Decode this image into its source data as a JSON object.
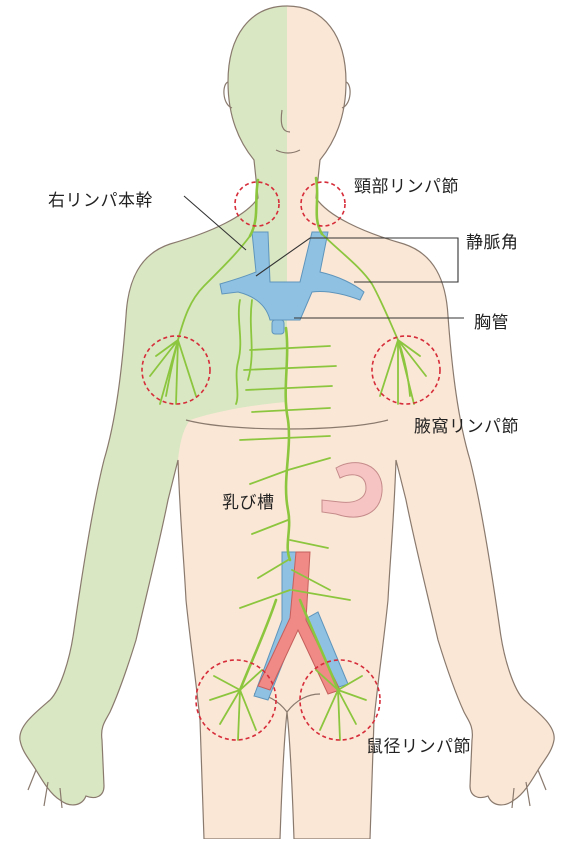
{
  "labels": {
    "right_lymphatic_duct": "右リンパ本幹",
    "cervical_nodes": "頸部リンパ節",
    "venous_angle": "静脈角",
    "thoracic_duct": "胸管",
    "axillary_nodes": "腋窩リンパ節",
    "cisterna_chyli": "乳び槽",
    "inguinal_nodes": "鼠径リンパ節"
  },
  "colors": {
    "right_body_region": "#d9e7c3",
    "left_body_region": "#fbe7d6",
    "skin_outline": "#8a7a6e",
    "lymph_vessel": "#8cc63f",
    "node_marker": "#d62d3a",
    "vein": "#8fc1e3",
    "artery": "#ef8a87",
    "intestine": "#f6c5c3"
  }
}
